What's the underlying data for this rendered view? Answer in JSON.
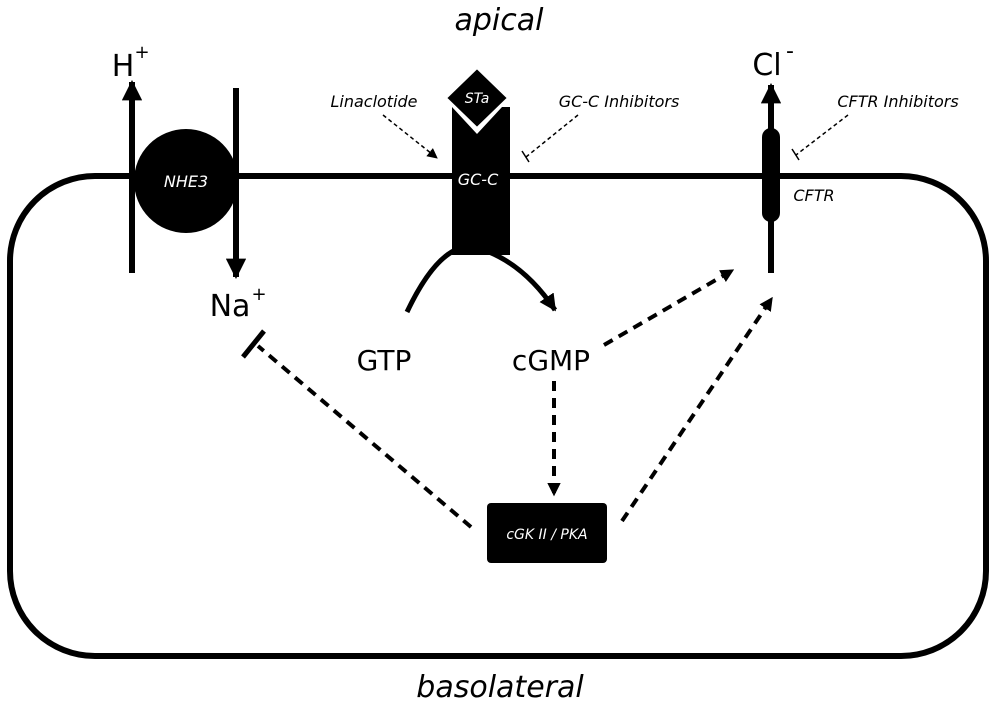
{
  "regions": {
    "apical": "apical",
    "basolateral": "basolateral"
  },
  "ions": {
    "h_base": "H",
    "h_sup": "+",
    "na_base": "Na",
    "na_sup": "+",
    "cl_base": "Cl",
    "cl_sup": "-"
  },
  "proteins": {
    "nhe3": "NHE3",
    "sta": "STa",
    "gcc": "GC-C",
    "cftr": "CFTR",
    "kinase": "cGK II / PKA"
  },
  "drugs": {
    "linaclotide": "Linaclotide",
    "gcc_inhibitors": "GC-C Inhibitors",
    "cftr_inhibitors": "CFTR Inhibitors"
  },
  "metabolites": {
    "gtp": "GTP",
    "cgmp": "cGMP"
  },
  "colors": {
    "ink": "#000000",
    "paper": "#ffffff"
  }
}
